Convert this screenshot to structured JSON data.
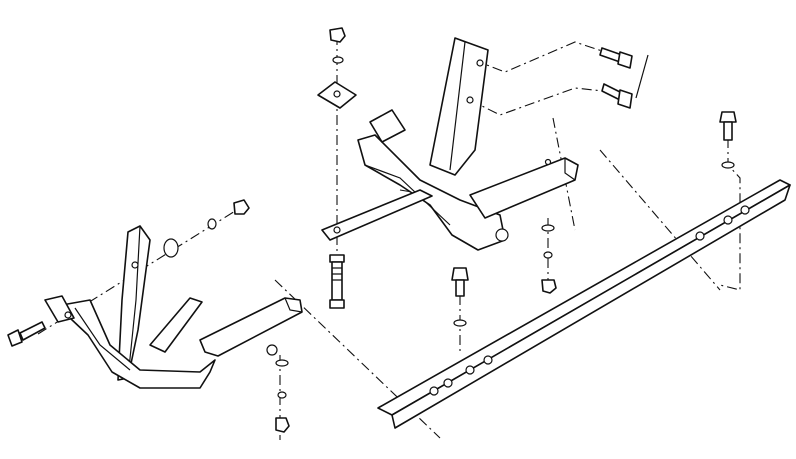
{
  "diagram": {
    "style": "exploded-view line drawing",
    "parts": [
      "hitch-bracket-assembly",
      "step-bar-assembly",
      "side-step-rail",
      "hex-bolt",
      "flat-washer",
      "lock-washer",
      "hex-nut",
      "square-plate"
    ],
    "colors": {
      "line": "#111111",
      "background": "#ffffff"
    }
  }
}
